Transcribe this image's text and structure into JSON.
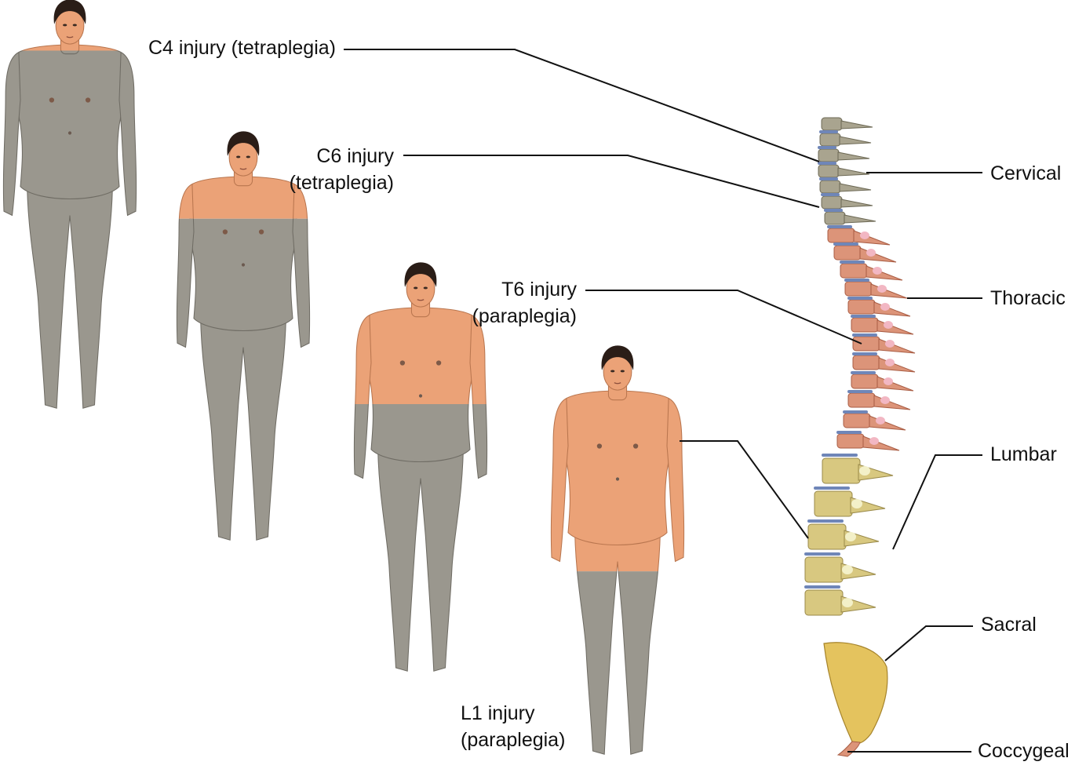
{
  "colors": {
    "paralyzed_skin": "#9a978e",
    "sensate_skin": "#eba277",
    "hair": "#2a1d17",
    "cervical": "#a9a48f",
    "thoracic": "#dc9479",
    "lumbar": "#d8c880",
    "sacral": "#e4c35e",
    "disc_blue": "#6f86b8",
    "pink": "#f2b7c3"
  },
  "injury_labels": {
    "c4": {
      "line1": "C4 injury (tetraplegia)"
    },
    "c6": {
      "line1": "C6 injury",
      "line2": "(tetraplegia)"
    },
    "t6": {
      "line1": "T6 injury",
      "line2": "(paraplegia)"
    },
    "l1": {
      "line1": "L1 injury",
      "line2": "(paraplegia)"
    }
  },
  "region_labels": {
    "cervical": "Cervical",
    "thoracic": "Thoracic",
    "lumbar": "Lumbar",
    "sacral": "Sacral",
    "coccygeal": "Coccygeal"
  },
  "figures": [
    {
      "id": "c4",
      "sensation_level": "neck"
    },
    {
      "id": "c6",
      "sensation_level": "shoulders"
    },
    {
      "id": "t6",
      "sensation_level": "chest"
    },
    {
      "id": "l1",
      "sensation_level": "waist"
    }
  ]
}
